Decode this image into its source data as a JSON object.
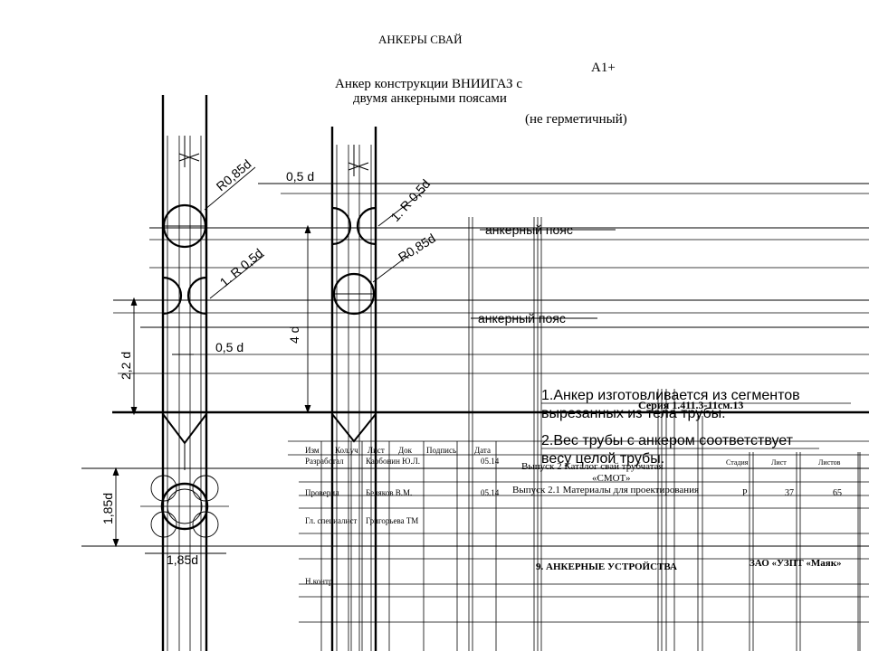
{
  "header": {
    "section_title": "АНКЕРЫ СВАЙ",
    "format": "А1+",
    "title_line1": "Анкер конструкции ВНИИГАЗ с",
    "title_line2": "двумя анкерными поясами",
    "title_line3": "(не герметичный)"
  },
  "dimensions": {
    "r085_left": "R0,85d",
    "r05_left": "1. R 0,5d",
    "half_d_left": "0,5 d",
    "two_two_d": "2,2 d",
    "half_d_top": "0,5 d",
    "r05_right": "1. R 0,5d",
    "r085_right": "R0,85d",
    "four_d": "4 d",
    "one85_vertical": "1,85d",
    "one85_horizontal": "1,85d"
  },
  "belt_labels": [
    "анкерный пояс",
    "анкерный пояс"
  ],
  "notes": [
    "1.Анкер изготовливается из сегментов",
    "вырезанных из тела трубы.",
    "2.Вес трубы с анкером соответствует",
    "весу целой трубы."
  ],
  "title_block": {
    "series": "Серия 1.411.3-11см.13",
    "header_row": [
      "Изм",
      "Кол.уч",
      "Лист",
      "Док",
      "Подпись",
      "Дата"
    ],
    "rows": [
      {
        "role": "Разработал",
        "name": "Карбонин Ю.Л.",
        "date": "05.14"
      },
      {
        "role": "Проверил",
        "name": "Беляков В.М.",
        "date": "05.14"
      },
      {
        "role": "Гл. специалист",
        "name": "Григорьева ТМ",
        "date": ""
      },
      {
        "role": "Н.контр",
        "name": "",
        "date": ""
      }
    ],
    "issue_line1": "Выпуск 2 Каталог свай трубчатая",
    "issue_line2": "«СМОТ»",
    "issue_line3": "Выпуск 2.1 Материалы для проектирования",
    "stage_label": "Стадия",
    "sheet_label": "Лист",
    "sheets_label": "Листов",
    "stage": "Р",
    "sheet": "37",
    "sheets": "65",
    "chapter": "9. АНКЕРНЫЕ УСТРОЙСТВА",
    "company": "ЗАО «УЗПТ «Маяк»"
  }
}
